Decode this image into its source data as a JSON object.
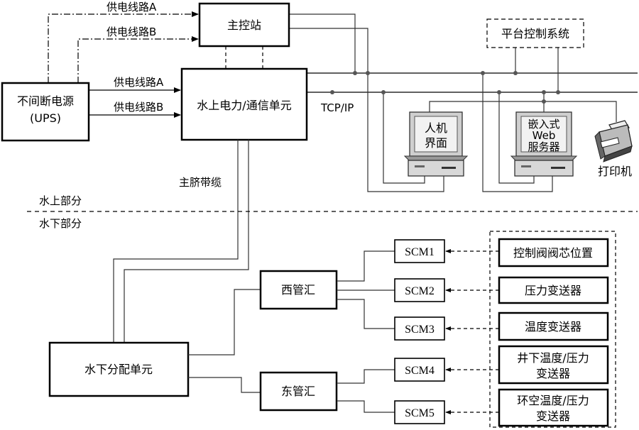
{
  "nodes": {
    "master_station": "主控站",
    "ups_line1": "不间断电源",
    "ups_line2": "(UPS)",
    "surface_unit": "水上电力/通信单元",
    "platform_control": "平台控制系统",
    "hmi_line1": "人机",
    "hmi_line2": "界面",
    "web_line1": "嵌入式",
    "web_line2": "Web",
    "web_line3": "服务器",
    "printer": "打印机",
    "subsea_distribution": "水下分配单元",
    "west_manifold": "西管汇",
    "east_manifold": "东管汇",
    "scm": [
      "SCM1",
      "SCM2",
      "SCM3",
      "SCM4",
      "SCM5"
    ],
    "sensors": [
      [
        "控制阀阀芯位置"
      ],
      [
        "压力变送器"
      ],
      [
        "温度变送器"
      ],
      [
        "井下温度/压力",
        "变送器"
      ],
      [
        "环空温度/压力",
        "变送器"
      ]
    ]
  },
  "labels": {
    "supply_line_a": "供电线路A",
    "supply_line_b": "供电线路B",
    "tcp_ip": "TCP/IP",
    "umbilical": "主脐带缆",
    "topside": "水上部分",
    "subsea": "水下部分"
  }
}
